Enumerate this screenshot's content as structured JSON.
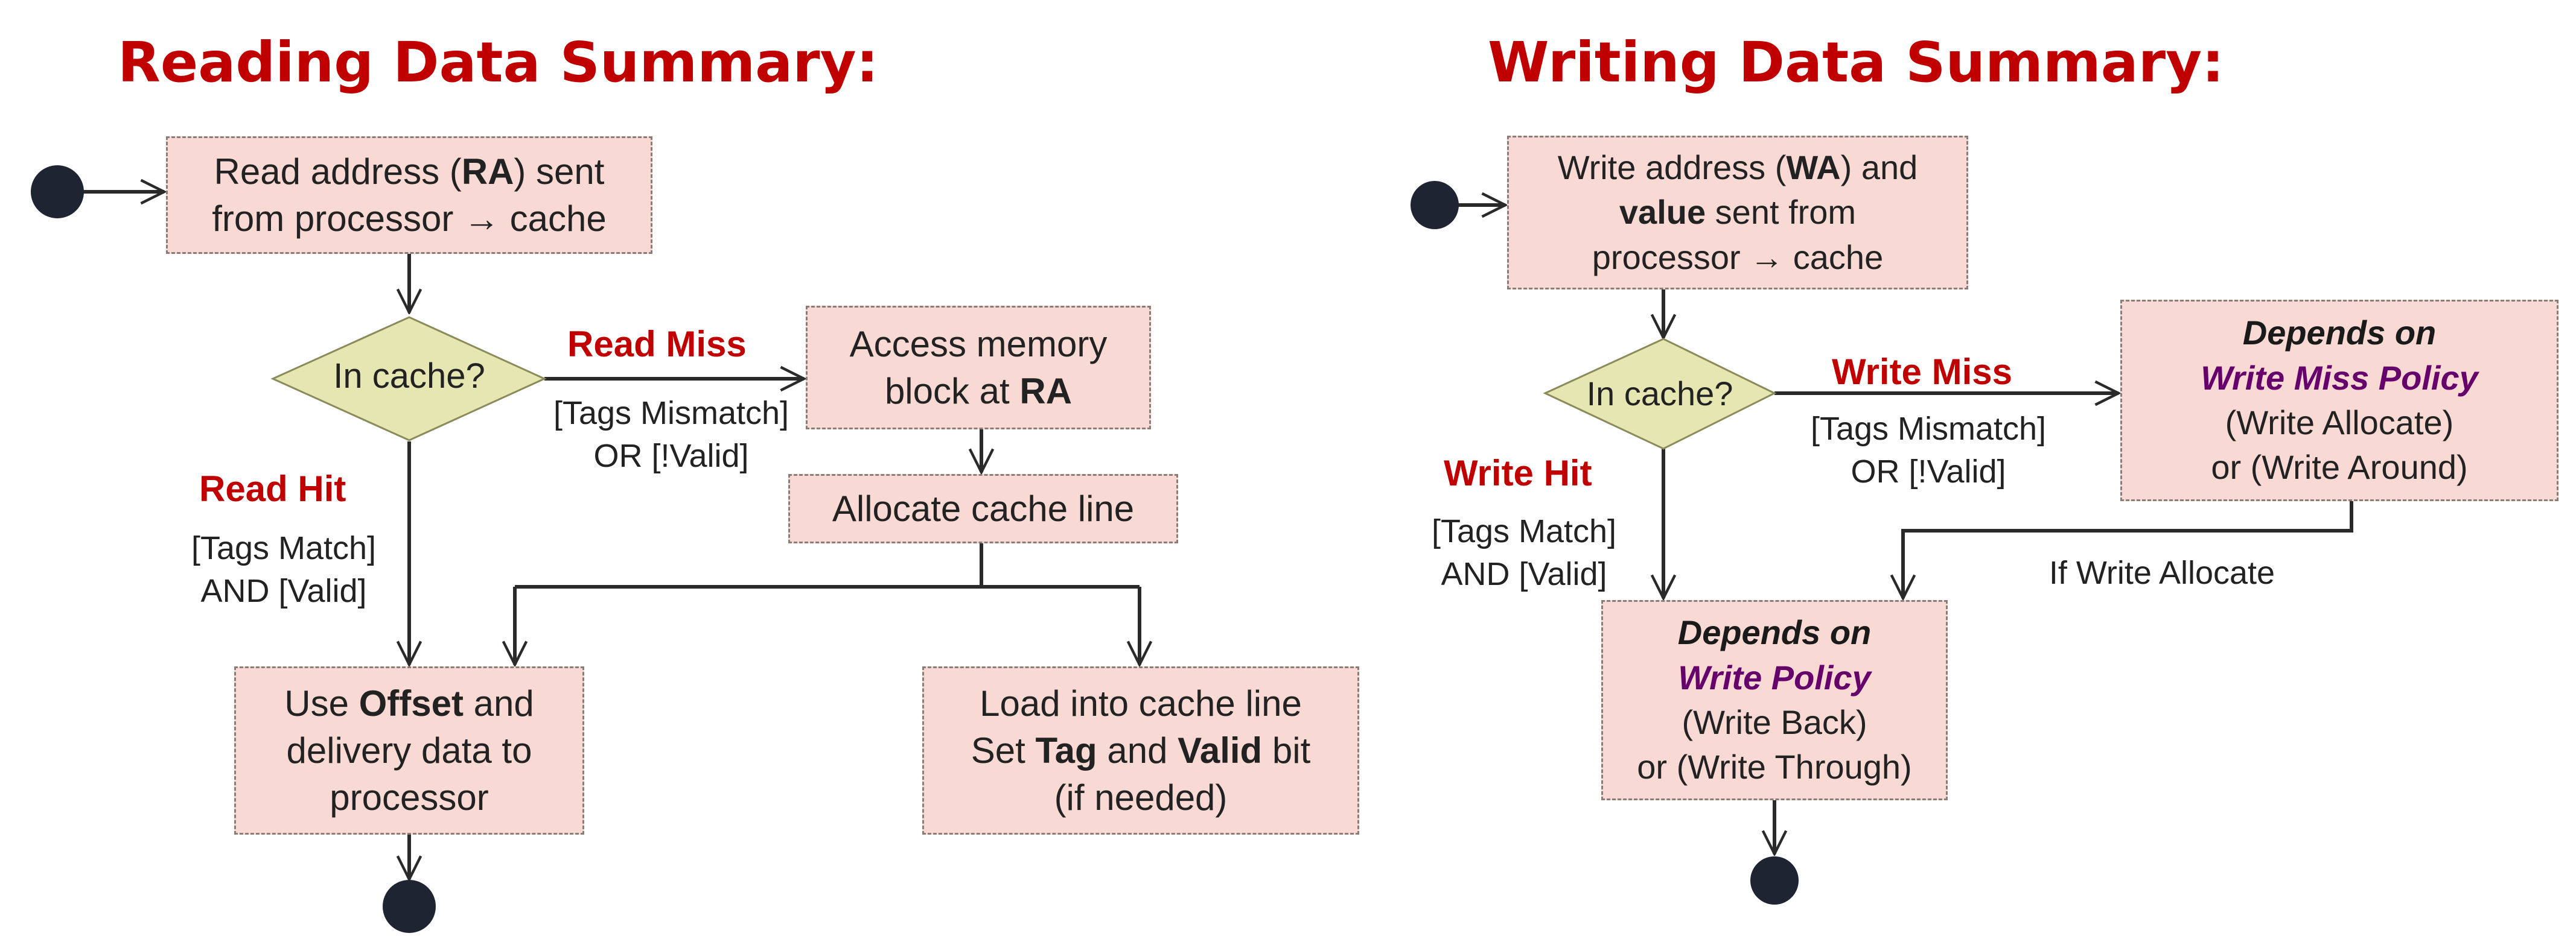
{
  "reading": {
    "title": "Reading Data Summary:",
    "start_box": {
      "line1_a": "Read address (",
      "line1_b": "RA",
      "line1_c": ") sent",
      "line2": "from processor → cache"
    },
    "decision": "In cache?",
    "miss_label": "Read Miss",
    "miss_cond_1": "[Tags Mismatch]",
    "miss_cond_2": "OR [!Valid]",
    "hit_label": "Read Hit",
    "hit_cond_1": "[Tags Match]",
    "hit_cond_2": "AND [Valid]",
    "access_box": {
      "line1": "Access memory",
      "line2_a": "block at ",
      "line2_b": "RA"
    },
    "allocate_box": "Allocate cache line",
    "use_box": {
      "line1_a": "Use ",
      "line1_b": "Offset",
      "line1_c": " and",
      "line2": "delivery data to",
      "line3": "processor"
    },
    "load_box": {
      "line1": "Load into cache line",
      "line2_a": "Set ",
      "line2_b": "Tag",
      "line2_c": " and ",
      "line2_d": "Valid",
      "line2_e": " bit",
      "line3": "(if needed)"
    }
  },
  "writing": {
    "title": "Writing Data Summary:",
    "start_box": {
      "line1_a": "Write address (",
      "line1_b": "WA",
      "line1_c": ") and",
      "line2_a": "value",
      "line2_b": " sent from",
      "line3": "processor → cache"
    },
    "decision": "In cache?",
    "miss_label": "Write Miss",
    "miss_cond_1": "[Tags Mismatch]",
    "miss_cond_2": "OR [!Valid]",
    "hit_label": "Write Hit",
    "hit_cond_1": "[Tags Match]",
    "hit_cond_2": "AND [Valid]",
    "miss_policy_box": {
      "line1": "Depends on",
      "line2": "Write Miss Policy",
      "line3": "(Write Allocate)",
      "line4": "or (Write Around)"
    },
    "allocate_label": "If Write Allocate",
    "write_policy_box": {
      "line1": "Depends on",
      "line2": "Write Policy",
      "line3": "(Write Back)",
      "line4": "or (Write Through)"
    }
  },
  "colors": {
    "title": "#c00000",
    "box_fill": "#f8d9d3",
    "decision_fill": "#e6e6b2",
    "policy_text": "#66006b",
    "node": "#1f2433"
  }
}
